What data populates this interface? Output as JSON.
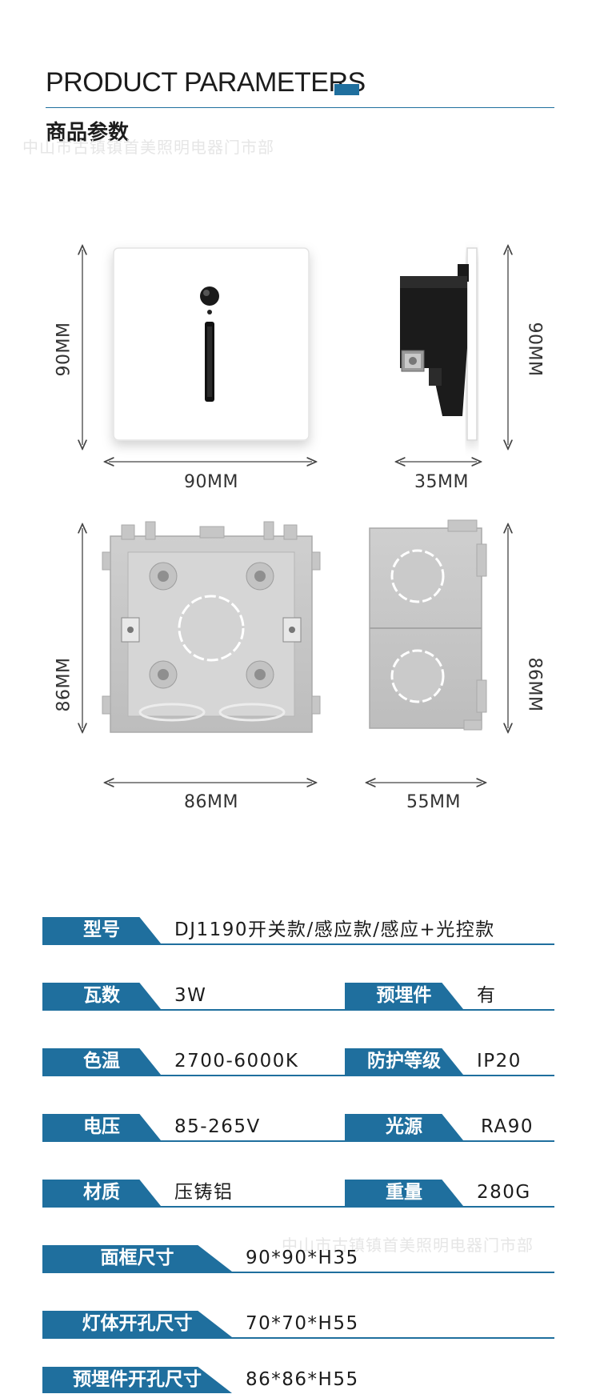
{
  "header": {
    "title_en": "PRODUCT PARAMETERS",
    "title_cn": "商品参数",
    "watermark": "中山市古镇镇首美照明电器门市部"
  },
  "dimensions": {
    "front_height": "90MM",
    "front_width": "90MM",
    "side_height": "90MM",
    "side_depth": "35MM",
    "box_height": "86MM",
    "box_width": "86MM",
    "box_side_height": "86MM",
    "box_depth": "55MM"
  },
  "params": {
    "model_label": "型号",
    "model_value": "DJ1190开关款/感应款/感应+光控款",
    "power_label": "瓦数",
    "power_value": "3W",
    "embedded_label": "预埋件",
    "embedded_value": "有",
    "cct_label": "色温",
    "cct_value": "2700-6000K",
    "ip_label": "防护等级",
    "ip_value": "IP20",
    "voltage_label": "电压",
    "voltage_value": "85-265V",
    "light_label": "光源",
    "light_value": "RA90",
    "material_label": "材质",
    "material_value": "压铸铝",
    "weight_label": "重量",
    "weight_value": "280G",
    "frame_label": "面框尺寸",
    "frame_value": "90*90*H35",
    "cutout_label": "灯体开孔尺寸",
    "cutout_value": "70*70*H55",
    "box_cutout_label": "预埋件开孔尺寸",
    "box_cutout_value": "86*86*H55"
  },
  "colors": {
    "accent": "#1f6f9e"
  }
}
